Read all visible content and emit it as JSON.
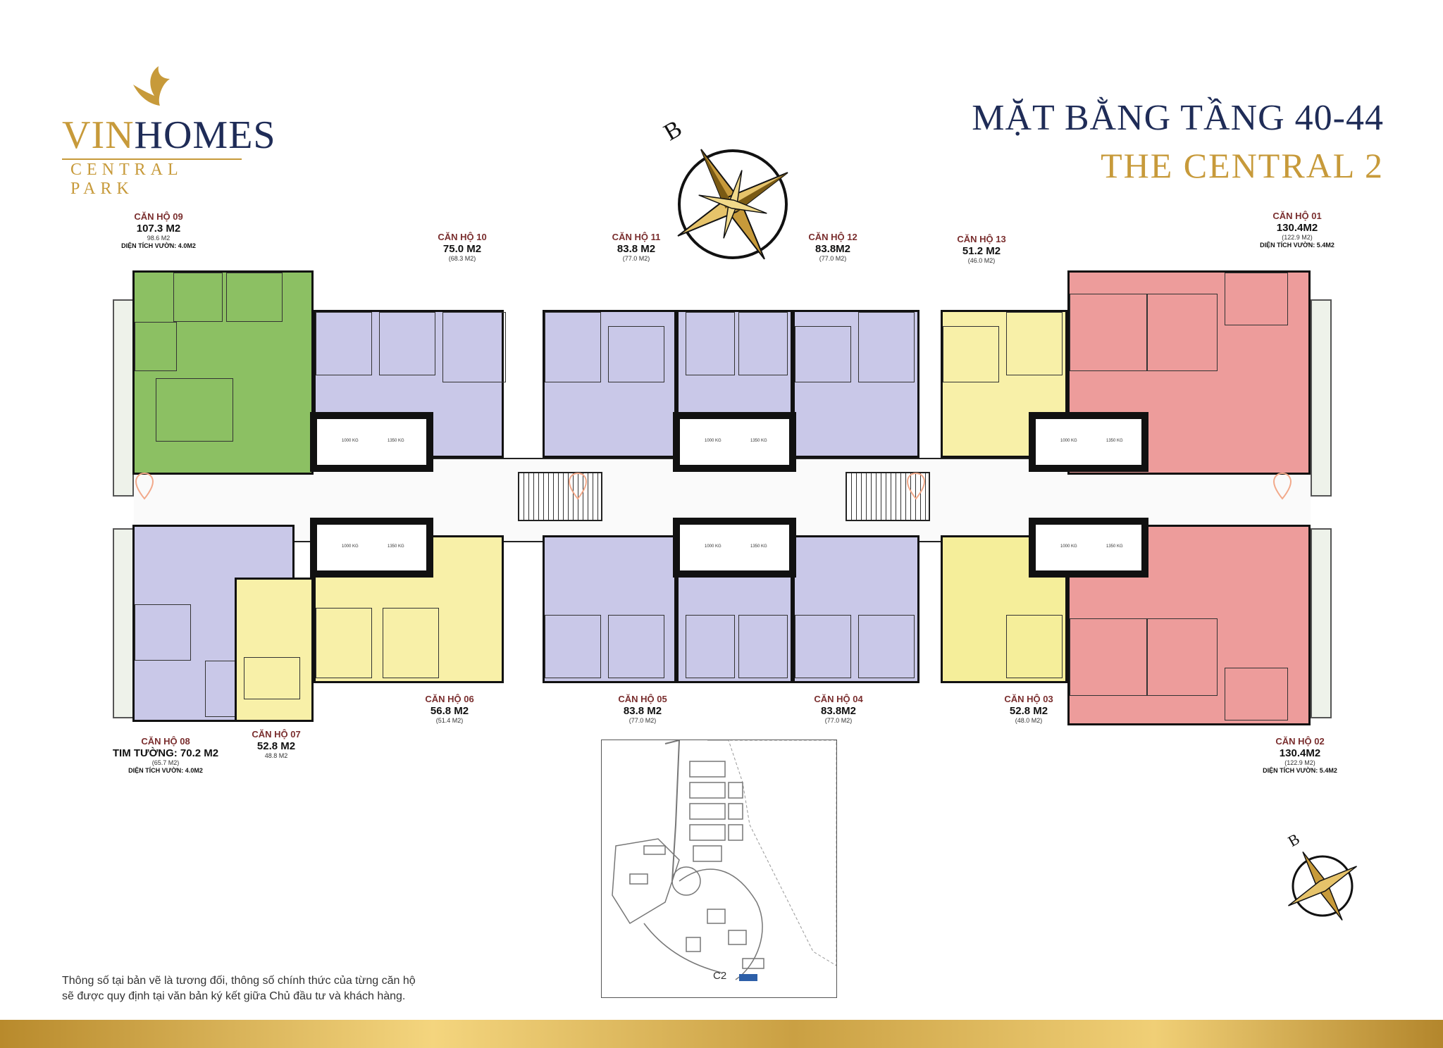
{
  "logo": {
    "brand_part1": "VIN",
    "brand_part2": "HOMES",
    "subtitle": "CENTRAL PARK"
  },
  "title": {
    "line1": "MẶT BẰNG TẦNG 40-44",
    "line2": "THE CENTRAL 2"
  },
  "compass": {
    "letter": "B"
  },
  "units": [
    {
      "id": "09",
      "name": "CĂN HỘ 09",
      "area": "107.3 M2",
      "sub": "98.6 M2",
      "garden": "DIỆN TÍCH VƯỜN: 4.0M2"
    },
    {
      "id": "10",
      "name": "CĂN HỘ 10",
      "area": "75.0 M2",
      "sub": "(68.3 M2)"
    },
    {
      "id": "11",
      "name": "CĂN HỘ 11",
      "area": "83.8 M2",
      "sub": "(77.0 M2)"
    },
    {
      "id": "12",
      "name": "CĂN HỘ 12",
      "area": "83.8M2",
      "sub": "(77.0 M2)"
    },
    {
      "id": "13",
      "name": "CĂN HỘ 13",
      "area": "51.2 M2",
      "sub": "(46.0 M2)"
    },
    {
      "id": "01",
      "name": "CĂN HỘ 01",
      "area": "130.4M2",
      "sub": "(122.9 M2)",
      "garden": "DIỆN TÍCH VƯỜN: 5.4M2"
    },
    {
      "id": "08",
      "name": "CĂN HỘ 08",
      "area": "TIM TƯỜNG: 70.2 M2",
      "sub": "(65.7 M2)",
      "garden": "DIỆN TÍCH VƯỜN: 4.0M2"
    },
    {
      "id": "07",
      "name": "CĂN HỘ 07",
      "area": "52.8 M2",
      "sub": "48.8 M2"
    },
    {
      "id": "06",
      "name": "CĂN HỘ 06",
      "area": "56.8 M2",
      "sub": "(51.4 M2)"
    },
    {
      "id": "05",
      "name": "CĂN HỘ 05",
      "area": "83.8 M2",
      "sub": "(77.0 M2)"
    },
    {
      "id": "04",
      "name": "CĂN HỘ 04",
      "area": "83.8M2",
      "sub": "(77.0 M2)"
    },
    {
      "id": "03",
      "name": "CĂN HỘ 03",
      "area": "52.8 M2",
      "sub": "(48.0 M2)"
    },
    {
      "id": "02",
      "name": "CĂN HỘ 02",
      "area": "130.4M2",
      "sub": "(122.9 M2)",
      "garden": "DIỆN TÍCH VƯỜN: 5.4M2"
    }
  ],
  "lift": {
    "label_a": "1000 KG",
    "label_b": "1350 KG"
  },
  "site_map": {
    "building_label": "C2"
  },
  "note": {
    "line1": "Thông số tại bản vẽ là tương đối, thông số chính thức của từng căn hộ",
    "line2": "sẽ được quy định tại văn bản ký kết giữa Chủ đầu tư và khách hàng."
  },
  "colors": {
    "green": "#8cc063",
    "purple": "#c9c8e8",
    "yellow": "#f8f0a8",
    "red": "#ed9c9b",
    "navy": "#1f2c57",
    "gold": "#c79a3a"
  }
}
